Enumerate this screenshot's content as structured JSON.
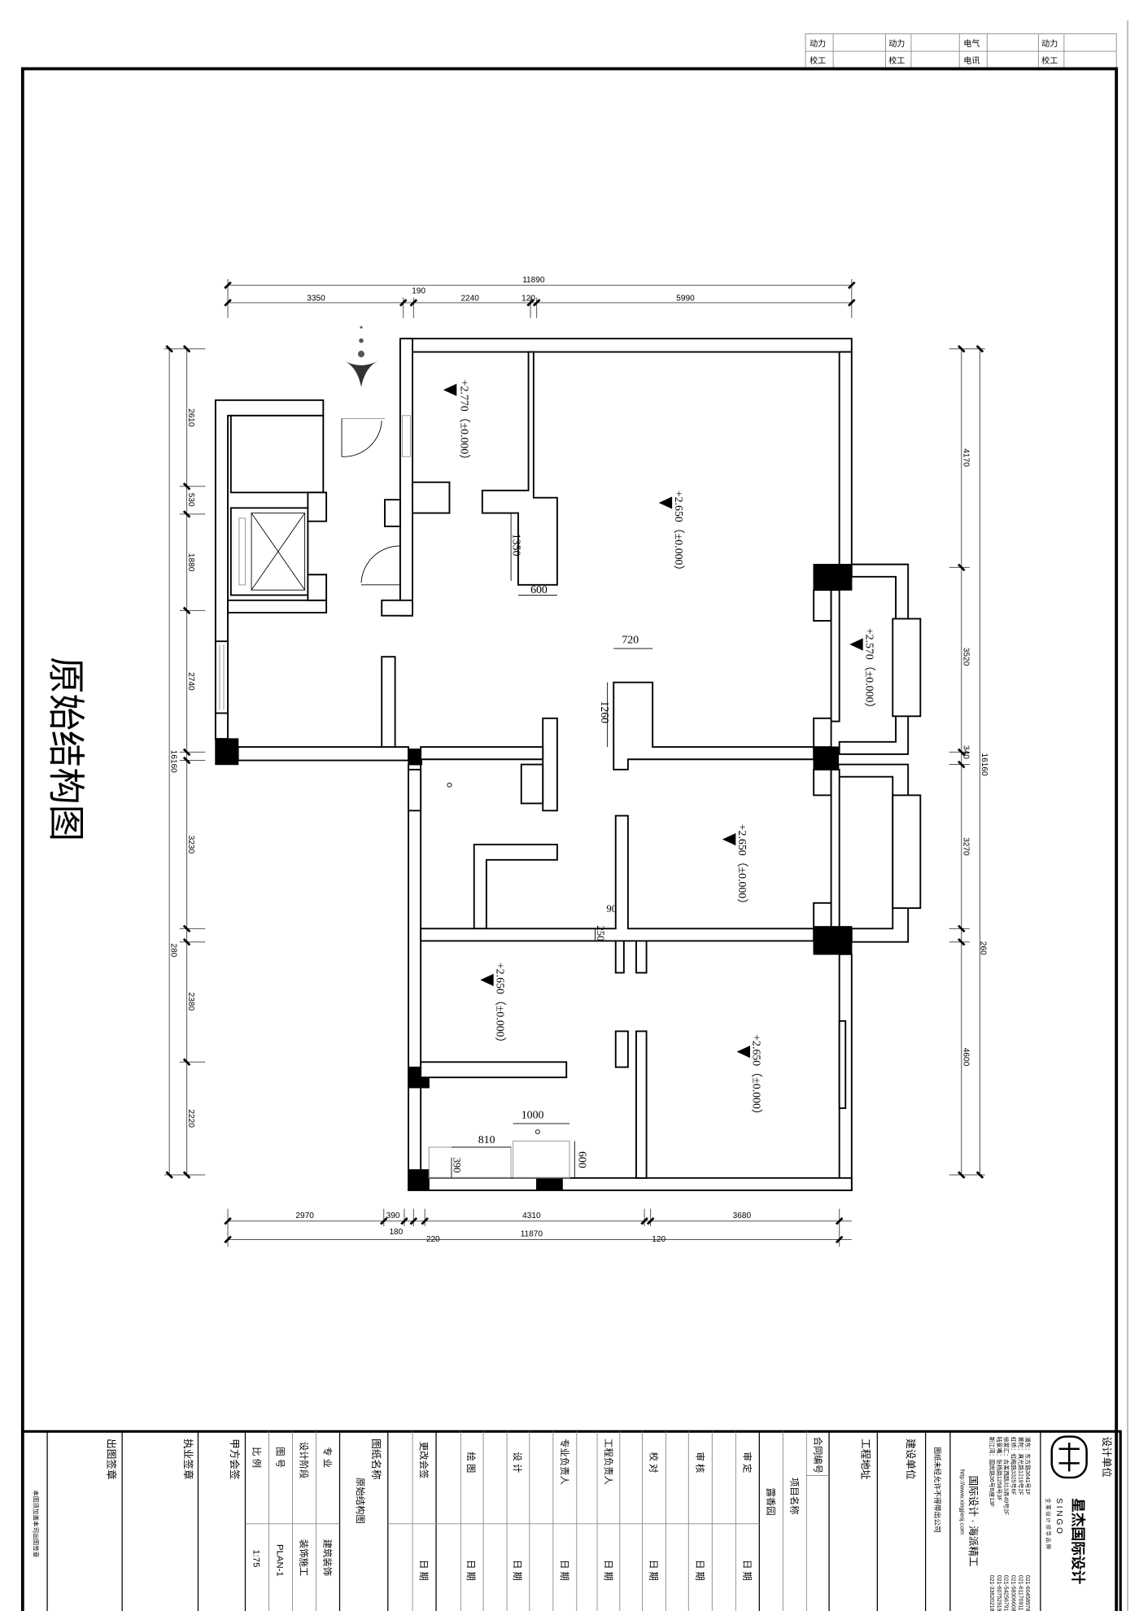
{
  "top_table": {
    "row1": [
      "动力",
      "动力",
      "电气",
      "动力"
    ],
    "row2": [
      "校工",
      "校工",
      "电讯",
      "校工"
    ]
  },
  "drawing_title": "原始结构图",
  "dimensions": {
    "top": {
      "total": "11890",
      "parts": [
        "3350",
        "190",
        "2240",
        "120",
        "5990"
      ]
    },
    "bottom": {
      "parts": [
        "2970",
        "390",
        "4310",
        "3680"
      ],
      "second": [
        "180",
        "220",
        "11870",
        "120"
      ]
    },
    "left": {
      "parts": [
        "2610",
        "530",
        "1880",
        "2740",
        "3230",
        "280",
        "2380",
        "2220"
      ],
      "total": "16160"
    },
    "right": {
      "parts": [
        "4170",
        "3520",
        "340",
        "3270",
        "260",
        "4600"
      ],
      "total": "16160"
    },
    "interior": [
      "1350",
      "600",
      "720",
      "1260",
      "90",
      "250",
      "1000",
      "810",
      "390",
      "600"
    ]
  },
  "elevations": [
    "+2.770（±0.000）",
    "+2.650（±0.000）",
    "+2.570（±0.000）",
    "+2.650（±0.000）",
    "+2.650（±0.000）",
    "+2.650（±0.000）"
  ],
  "title_block": {
    "notice": "本图须加盖本司出图签章",
    "issue_seal": "出图签章",
    "practice_seal": "执业签章",
    "client_sign": "甲方会签",
    "scale_label": "比 例",
    "scale_value": "1:75",
    "drawing_no_label": "图 号",
    "drawing_no_value": "PLAN-1",
    "stage_label": "设计阶段",
    "stage_value": "装饰施工",
    "discipline_label": "专 业",
    "discipline_value": "建筑装饰",
    "drawing_name_label": "图纸名称",
    "drawing_name_value": "原始结构图",
    "change_sign": "更改会签",
    "drawn": "绘 图",
    "design": "设 计",
    "discipline_lead": "专业负责人",
    "project_lead": "工程负责人",
    "check": "校 对",
    "review": "审 核",
    "approve": "审 定",
    "date_label": "日 期",
    "project_value": "露香园",
    "project_label": "项目名称",
    "contract_label": "合同编号",
    "site_label": "工程地址",
    "client_label": "建设单位",
    "confidential": "图纸未经允许不得带出公司",
    "slogan": "国际设计 · 海派精工",
    "url": "http://www.xingjiesj.com",
    "offices": [
      {
        "name": "浦东：东方路3641号1F",
        "phone": "021-60458978"
      },
      {
        "name": "普陀：真光路1219号2F",
        "phone": "021-61170911"
      },
      {
        "name": "虹桥：虹梅路3325号6F",
        "phone": "021-58306608"
      },
      {
        "name": "徐家汇：古美西路313弄49号2F",
        "phone": "021-54256791"
      },
      {
        "name": "陆家嘴：张杨路1258号3F",
        "phone": "021-60752919"
      },
      {
        "name": "新江湾：国宾路36号B座13F",
        "phone": "021-33620218"
      }
    ],
    "designer_label": "设计单位",
    "company": "星杰国际设计",
    "company_en": "S I N G O",
    "tagline": "全 案 设 计 领 导 品 牌"
  }
}
